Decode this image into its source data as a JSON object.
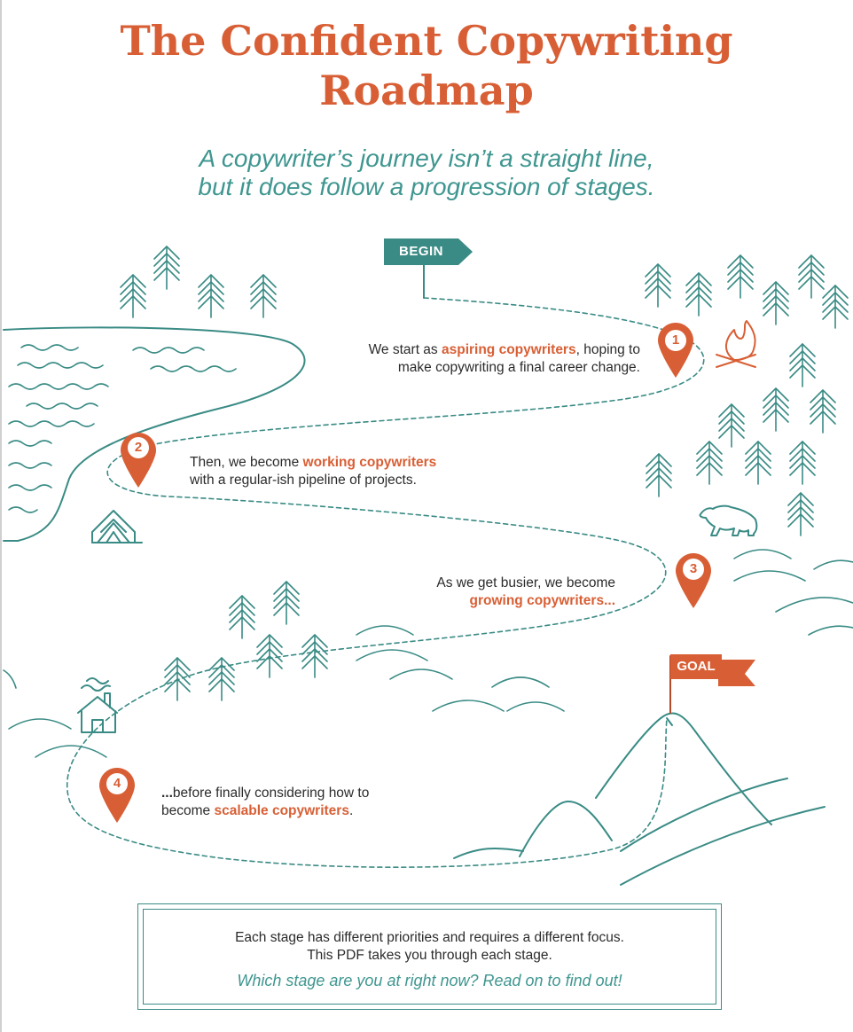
{
  "title": {
    "line1": "The Confident Copywriting",
    "line2": "Roadmap"
  },
  "subtitle": {
    "line1": "A copywriter’s journey isn’t a straight line,",
    "line2": "but it does follow a progression of stages."
  },
  "begin_sign": "BEGIN",
  "goal_flag": "GOAL",
  "stages": [
    {
      "number": "1",
      "before": "We start as ",
      "highlight": "aspiring copywriters",
      "after": ", hoping to",
      "line2": "make copywriting a final career change."
    },
    {
      "number": "2",
      "before": "Then, we become ",
      "highlight": "working copywriters",
      "line2": "with a regular-ish pipeline of projects."
    },
    {
      "number": "3",
      "line1": "As we get busier, we become",
      "highlight": "growing copywriters..."
    },
    {
      "number": "4",
      "lead": "...",
      "line1_rest": "before finally considering how to",
      "line2_before": "become ",
      "highlight": "scalable copywriters",
      "line2_after": "."
    }
  ],
  "callout": {
    "line1": "Each stage has different priorities and requires a different focus.",
    "line2": "This PDF takes you through each stage.",
    "question": "Which stage are you at right now? Read on to find out!"
  },
  "colors": {
    "accent_orange": "#d85f35",
    "teal": "#3a8b85",
    "teal_text": "#3f9690"
  },
  "icons": [
    "tree-icon",
    "campfire-icon",
    "tent-icon",
    "bear-icon",
    "cabin-icon",
    "map-pin-icon",
    "flag-icon",
    "mountain-icon"
  ]
}
